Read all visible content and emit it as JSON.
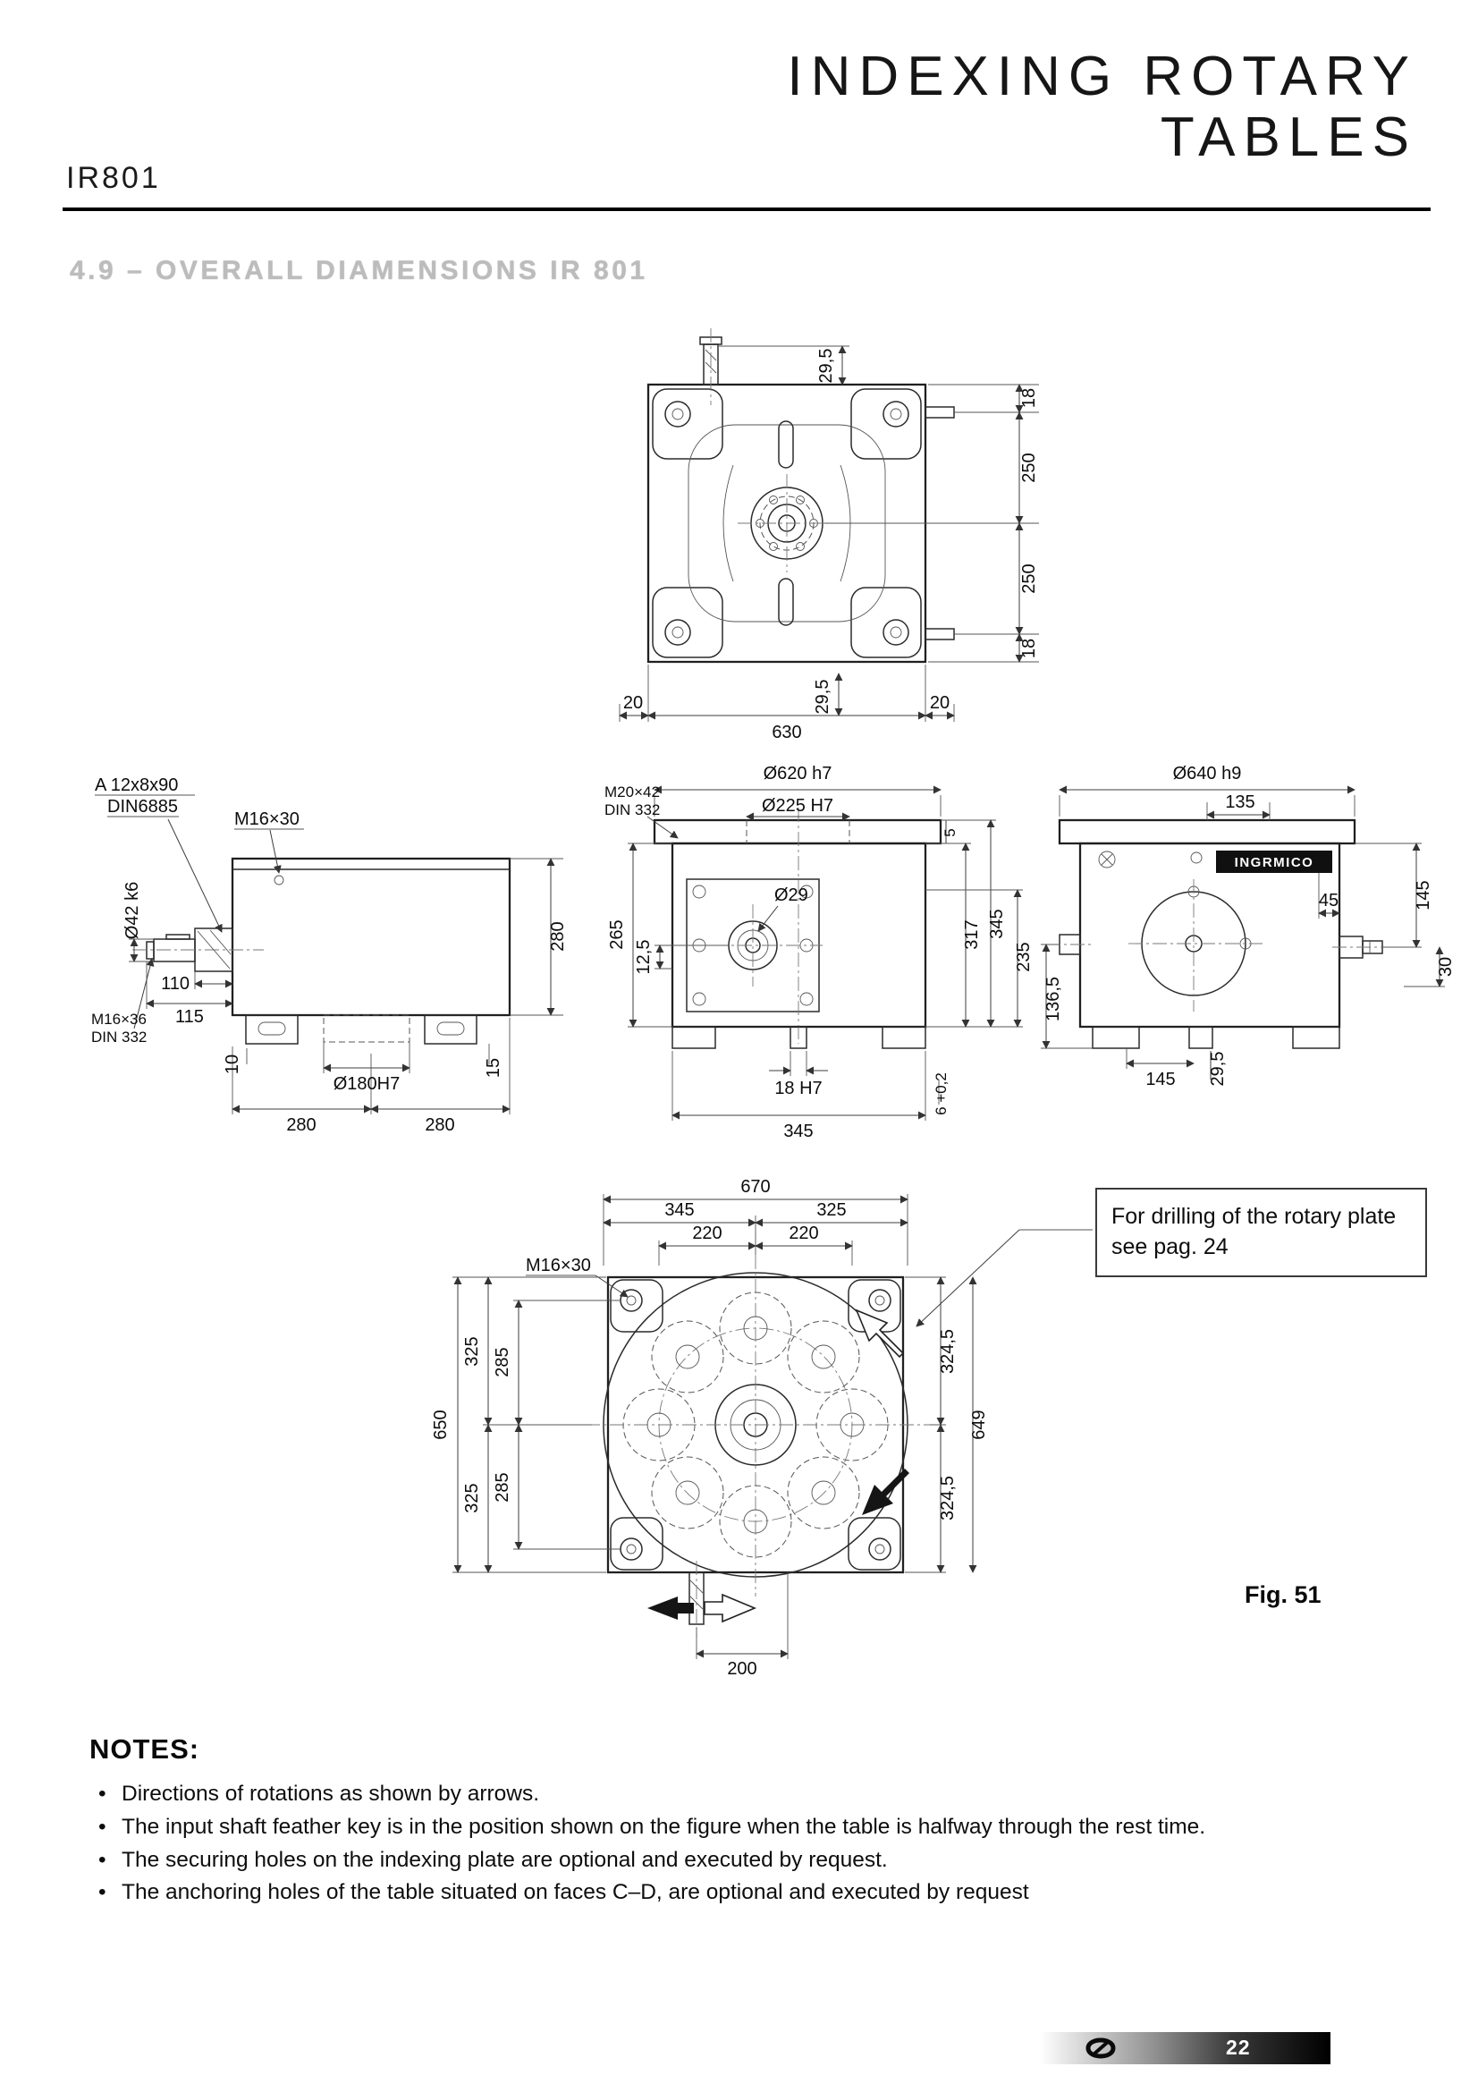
{
  "header": {
    "model": "IR801",
    "title_line1": "INDEXING ROTARY",
    "title_line2": "TABLES"
  },
  "section_title": "4.9 – OVERALL DIAMENSIONS IR 801",
  "views": {
    "top": {
      "labels": {
        "d29_5_top": "29,5",
        "d18_a": "18",
        "d250_a": "250",
        "d250_b": "250",
        "d18_b": "18",
        "d20_l": "20",
        "d630": "630",
        "d29_5_b": "29,5",
        "d20_r": "20"
      }
    },
    "left": {
      "labels": {
        "key": "A 12x8x90",
        "key_std": "DIN6885",
        "m16_30": "M16×30",
        "shaft_dia": "Ø42 k6",
        "d110": "110",
        "d115": "115",
        "m16_36": "M16×36",
        "din332": "DIN 332",
        "d10": "10",
        "bore": "Ø180H7",
        "d280_a": "280",
        "d280_b": "280",
        "d15": "15",
        "d280_v": "280"
      }
    },
    "front": {
      "labels": {
        "dia620": "Ø620 h7",
        "dia225": "Ø225 H7",
        "m20_42": "M20×42",
        "din332": "DIN 332",
        "dia29": "Ø29",
        "d265": "265",
        "d12_5": "12,5",
        "d5": "5",
        "d317": "317",
        "d345_v": "345",
        "d235": "235",
        "slot": "18 H7",
        "d345_b": "345",
        "d6": "6 +0,2"
      }
    },
    "right": {
      "labels": {
        "dia640": "Ø640 h9",
        "d135": "135",
        "logo": "INGRMICO",
        "d45": "45",
        "d145_v": "145",
        "d136_5": "136,5",
        "d145_b": "145",
        "d29_5": "29,5",
        "d30": "30"
      }
    },
    "plan": {
      "labels": {
        "d670": "670",
        "d345": "345",
        "d325_t": "325",
        "d220_a": "220",
        "d220_b": "220",
        "m16_30": "M16×30",
        "d650": "650",
        "d325_a": "325",
        "d325_b": "325",
        "d285_a": "285",
        "d285_b": "285",
        "d324_a": "324,5",
        "d324_b": "324,5",
        "d649": "649",
        "d200": "200"
      }
    }
  },
  "callout": {
    "text": "For drilling of the rotary plate see pag. 24"
  },
  "figure": {
    "label": "Fig. 51"
  },
  "notes": {
    "title": "NOTES:",
    "items": [
      "Directions of rotations as shown by arrows.",
      "The input shaft feather key is in the position shown on the figure when the table is halfway through the rest time.",
      "The securing holes on the indexing plate are optional and executed by request.",
      "The anchoring holes of the table situated on faces C–D, are optional and executed by request"
    ]
  },
  "footer": {
    "page": "22"
  }
}
